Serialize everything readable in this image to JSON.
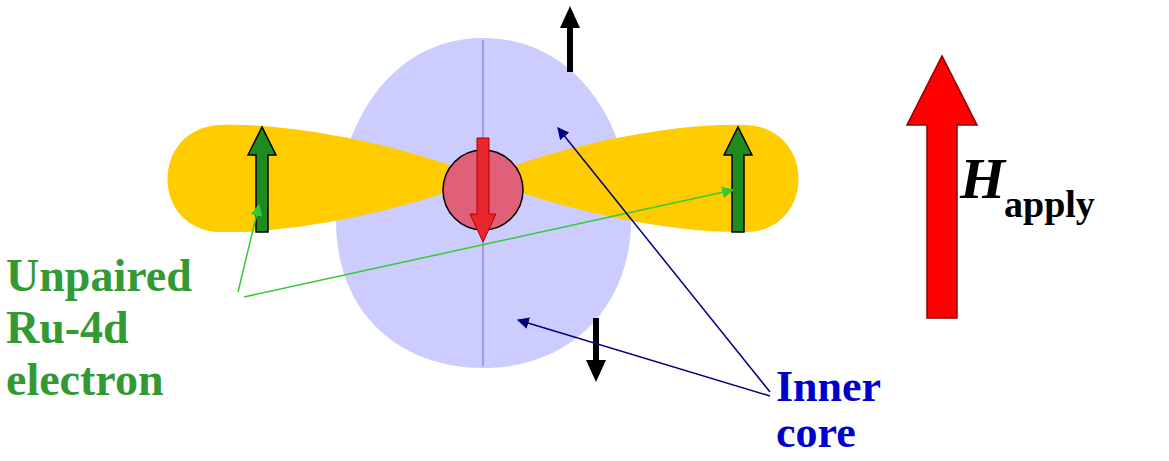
{
  "diagram": {
    "labels": [
      "Unpaired Ru-4d electron",
      "Inner core",
      "H",
      "apply"
    ]
  }
}
